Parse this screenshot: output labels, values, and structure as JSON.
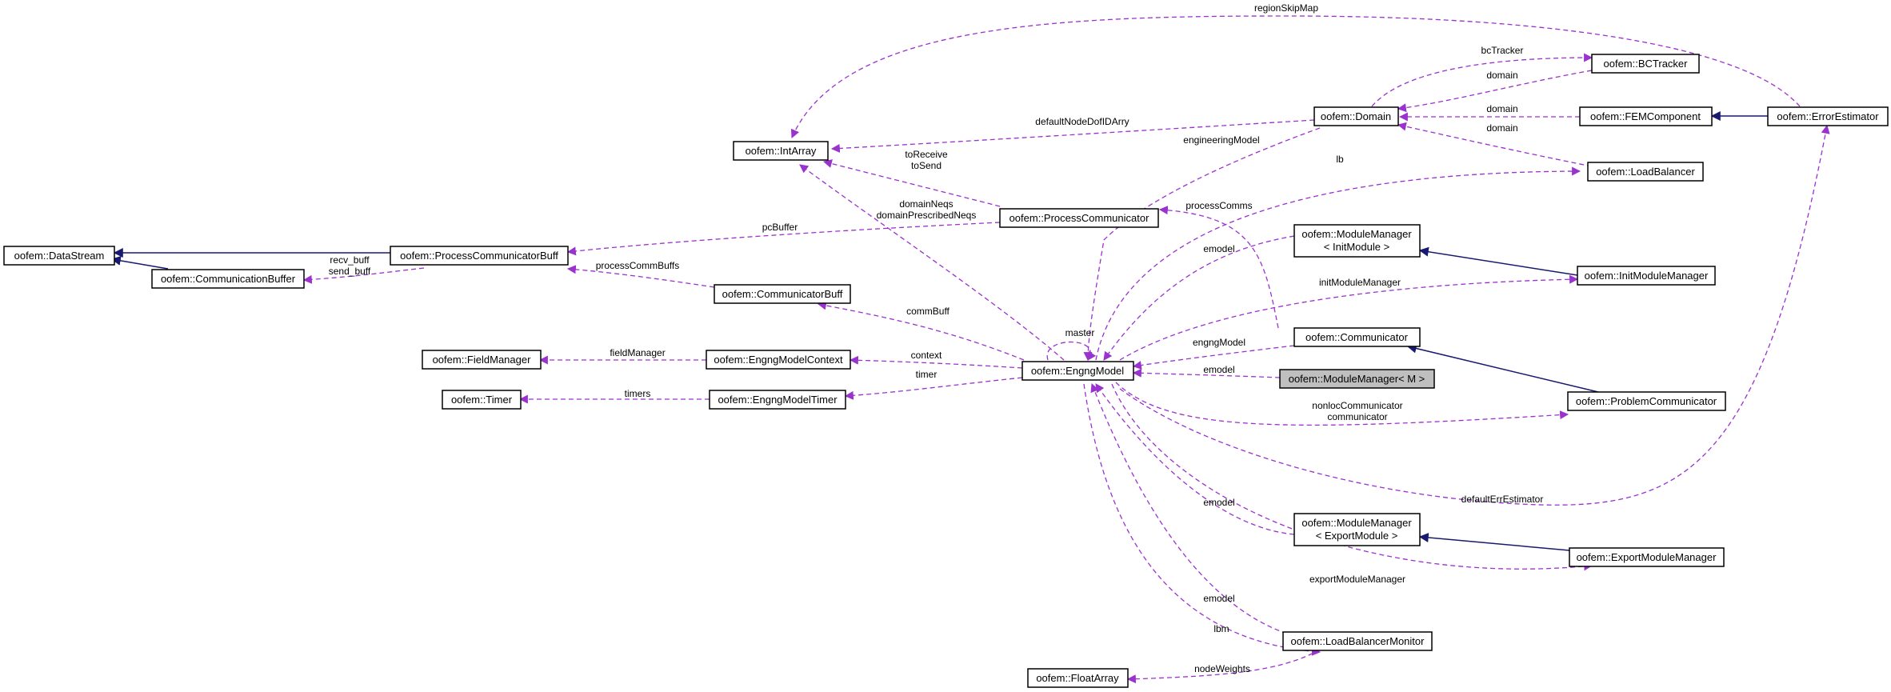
{
  "diagram": {
    "nodes": {
      "datastream": "oofem::DataStream",
      "commbuffer": "oofem::CommunicationBuffer",
      "pcbuff": "oofem::ProcessCommunicatorBuff",
      "intarray": "oofem::IntArray",
      "fieldmanager": "oofem::FieldManager",
      "timer": "oofem::Timer",
      "communicatorbuff": "oofem::CommunicatorBuff",
      "engngmodelcontext": "oofem::EngngModelContext",
      "engngmodeltimer": "oofem::EngngModelTimer",
      "processcommunicator": "oofem::ProcessCommunicator",
      "engngmodel": "oofem::EngngModel",
      "floatarray": "oofem::FloatArray",
      "domain": "oofem::Domain",
      "bctracker": "oofem::BCTracker",
      "femcomponent": "oofem::FEMComponent",
      "loadbalancer": "oofem::LoadBalancer",
      "mm_init_l1": "oofem::ModuleManager",
      "mm_init_l2": "< InitModule >",
      "communicator": "oofem::Communicator",
      "modulemanager_m": "oofem::ModuleManager< M >",
      "mm_export_l1": "oofem::ModuleManager",
      "mm_export_l2": "< ExportModule >",
      "loadbalancermonitor": "oofem::LoadBalancerMonitor",
      "errorestimator": "oofem::ErrorEstimator",
      "initmodulemanager": "oofem::InitModuleManager",
      "problemcommunicator": "oofem::ProblemCommunicator",
      "exportmodulemanager": "oofem::ExportModuleManager"
    },
    "edge_labels": {
      "regionSkipMap": "regionSkipMap",
      "bcTracker": "bcTracker",
      "domain_bct": "domain",
      "domain_fem": "domain",
      "domain_lb": "domain",
      "defaultNodeDofIDArry": "defaultNodeDofIDArry",
      "engineeringModel": "engineeringModel",
      "lb": "lb",
      "toReceive": "toReceive",
      "toSend": "toSend",
      "domainNeqs": "domainNeqs",
      "domainPrescribedNeqs": "domainPrescribedNeqs",
      "processComms": "processComms",
      "pcBuffer": "pcBuffer",
      "recv_buff": "recv_buff",
      "send_buff": "send_buff",
      "processCommBuffs": "processCommBuffs",
      "emodel_init": "emodel",
      "initModuleManager": "initModuleManager",
      "commBuff": "commBuff",
      "master": "master",
      "engngModel": "engngModel",
      "fieldManager": "fieldManager",
      "context": "context",
      "timers": "timers",
      "timer": "timer",
      "emodel_m": "emodel",
      "nonlocCommunicator": "nonlocCommunicator",
      "communicator": "communicator",
      "defaultErrEstimator": "defaultErrEstimator",
      "emodel_export": "emodel",
      "exportModuleManager": "exportModuleManager",
      "emodel_lbm": "emodel",
      "lbm": "lbm",
      "nodeWeights": "nodeWeights"
    },
    "colors": {
      "inheritance": "#191970",
      "association": "#9a32cd",
      "highlight": "#bfbfbf"
    }
  }
}
